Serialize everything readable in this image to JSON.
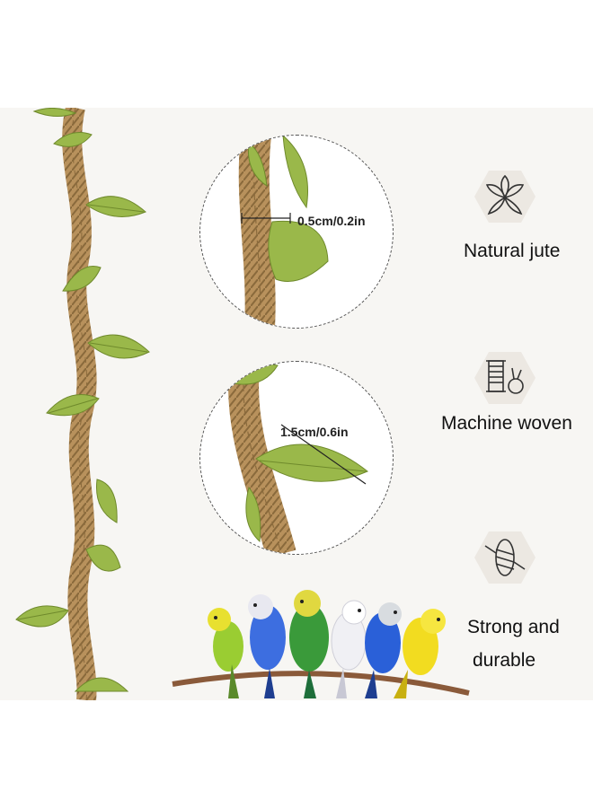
{
  "measurements": {
    "rope_width": "0.5cm/0.2in",
    "leaf_length": "1.5cm/0.6in"
  },
  "features": [
    {
      "icon": "leaf-icon",
      "label": "Natural jute"
    },
    {
      "icon": "sewing-spool-icon",
      "label": "Machine woven"
    },
    {
      "icon": "rope-knot-icon",
      "label": "Strong and",
      "label_line2": "durable"
    }
  ],
  "colors": {
    "background": "#f7f6f3",
    "jute": "#b8915c",
    "leaf": "#9ab84a",
    "hexagon": "#ece8e2"
  }
}
